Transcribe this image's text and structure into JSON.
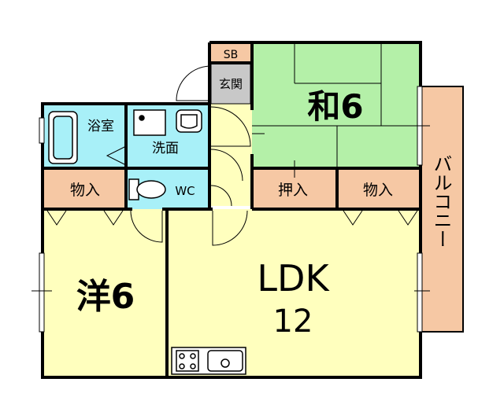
{
  "rooms": {
    "sb": "SB",
    "genkan": "玄関",
    "washitsu": "和6",
    "yokushitsu": "浴室",
    "senmen": "洗面",
    "monoire_left": "物入",
    "wc": "WC",
    "oshiire": "押入",
    "monoire_right": "物入",
    "yoshitsu": "洋6",
    "ldk_name": "LDK",
    "ldk_size": "12",
    "balcony": "バルコニー"
  },
  "colors": {
    "wall": "#000000",
    "yellow": "#ffffbe",
    "green": "#b4f0a8",
    "cyan": "#a8f0f8",
    "storage": "#f6c8a4",
    "balcony": "#f6c8a4",
    "genkan": "#c8c8c8",
    "line": "#000000"
  }
}
